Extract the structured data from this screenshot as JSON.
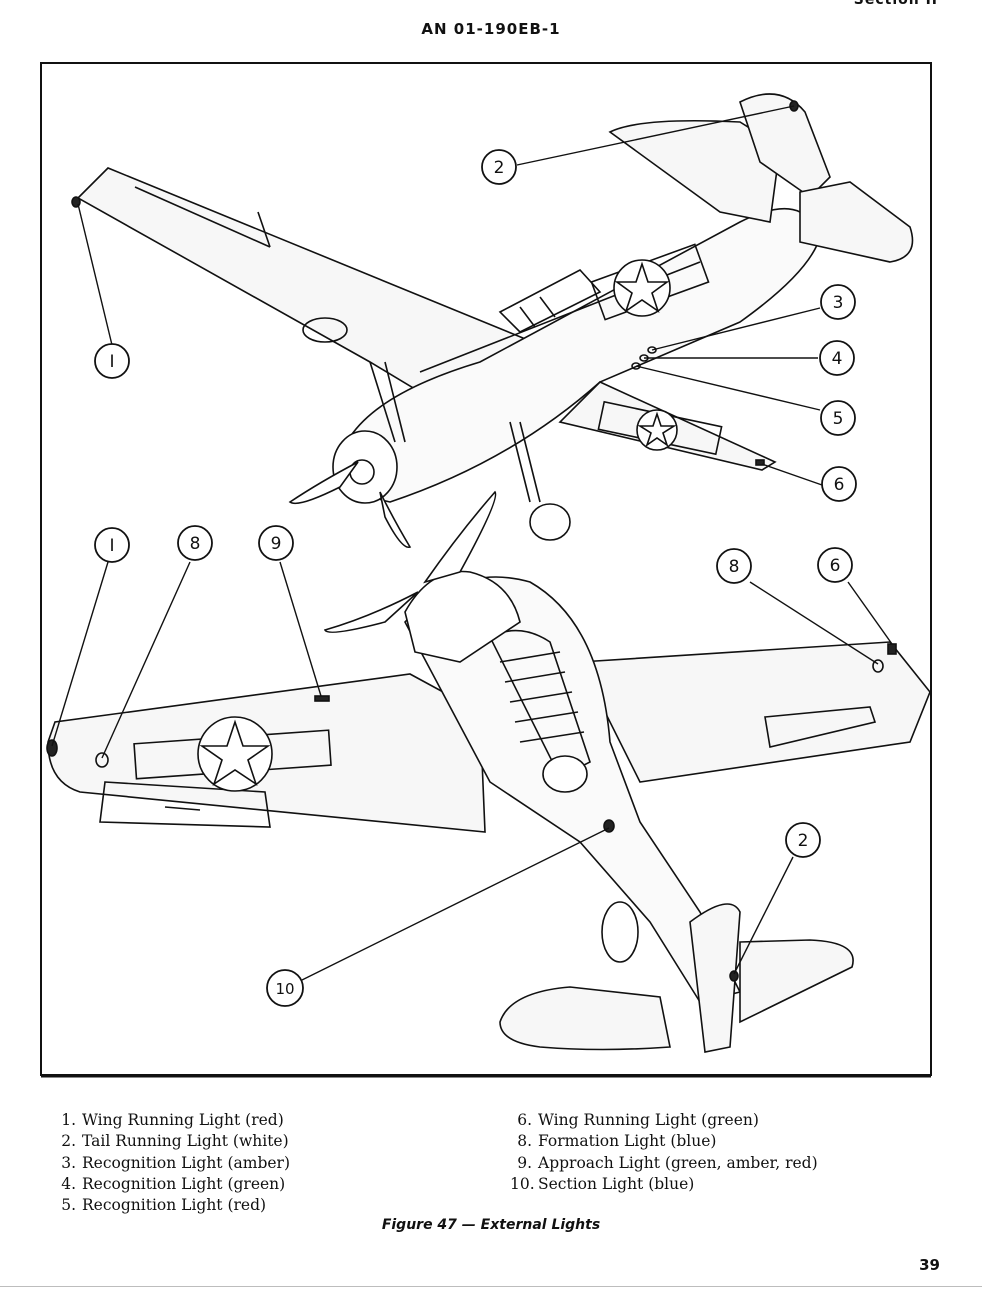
{
  "header": {
    "section": "Section II",
    "doc_number": "AN 01-190EB-1"
  },
  "figure": {
    "callouts": {
      "top": [
        "2",
        "I",
        "3",
        "4",
        "5",
        "6"
      ],
      "bottom": [
        "I",
        "8",
        "9",
        "8",
        "6",
        "2",
        "10"
      ]
    }
  },
  "legend": {
    "left": [
      {
        "num": "1.",
        "text": "Wing Running Light (red)"
      },
      {
        "num": "2.",
        "text": "Tail Running Light (white)"
      },
      {
        "num": "3.",
        "text": "Recognition Light (amber)"
      },
      {
        "num": "4.",
        "text": "Recognition Light (green)"
      },
      {
        "num": "5.",
        "text": "Recognition Light (red)"
      }
    ],
    "right": [
      {
        "num": "6.",
        "text": "Wing Running Light (green)"
      },
      {
        "num": "8.",
        "text": "Formation Light (blue)"
      },
      {
        "num": "9.",
        "text": "Approach Light (green, amber, red)"
      },
      {
        "num": "10.",
        "text": "Section Light (blue)"
      }
    ]
  },
  "caption": "Figure 47 — External Lights",
  "page_number": "39"
}
